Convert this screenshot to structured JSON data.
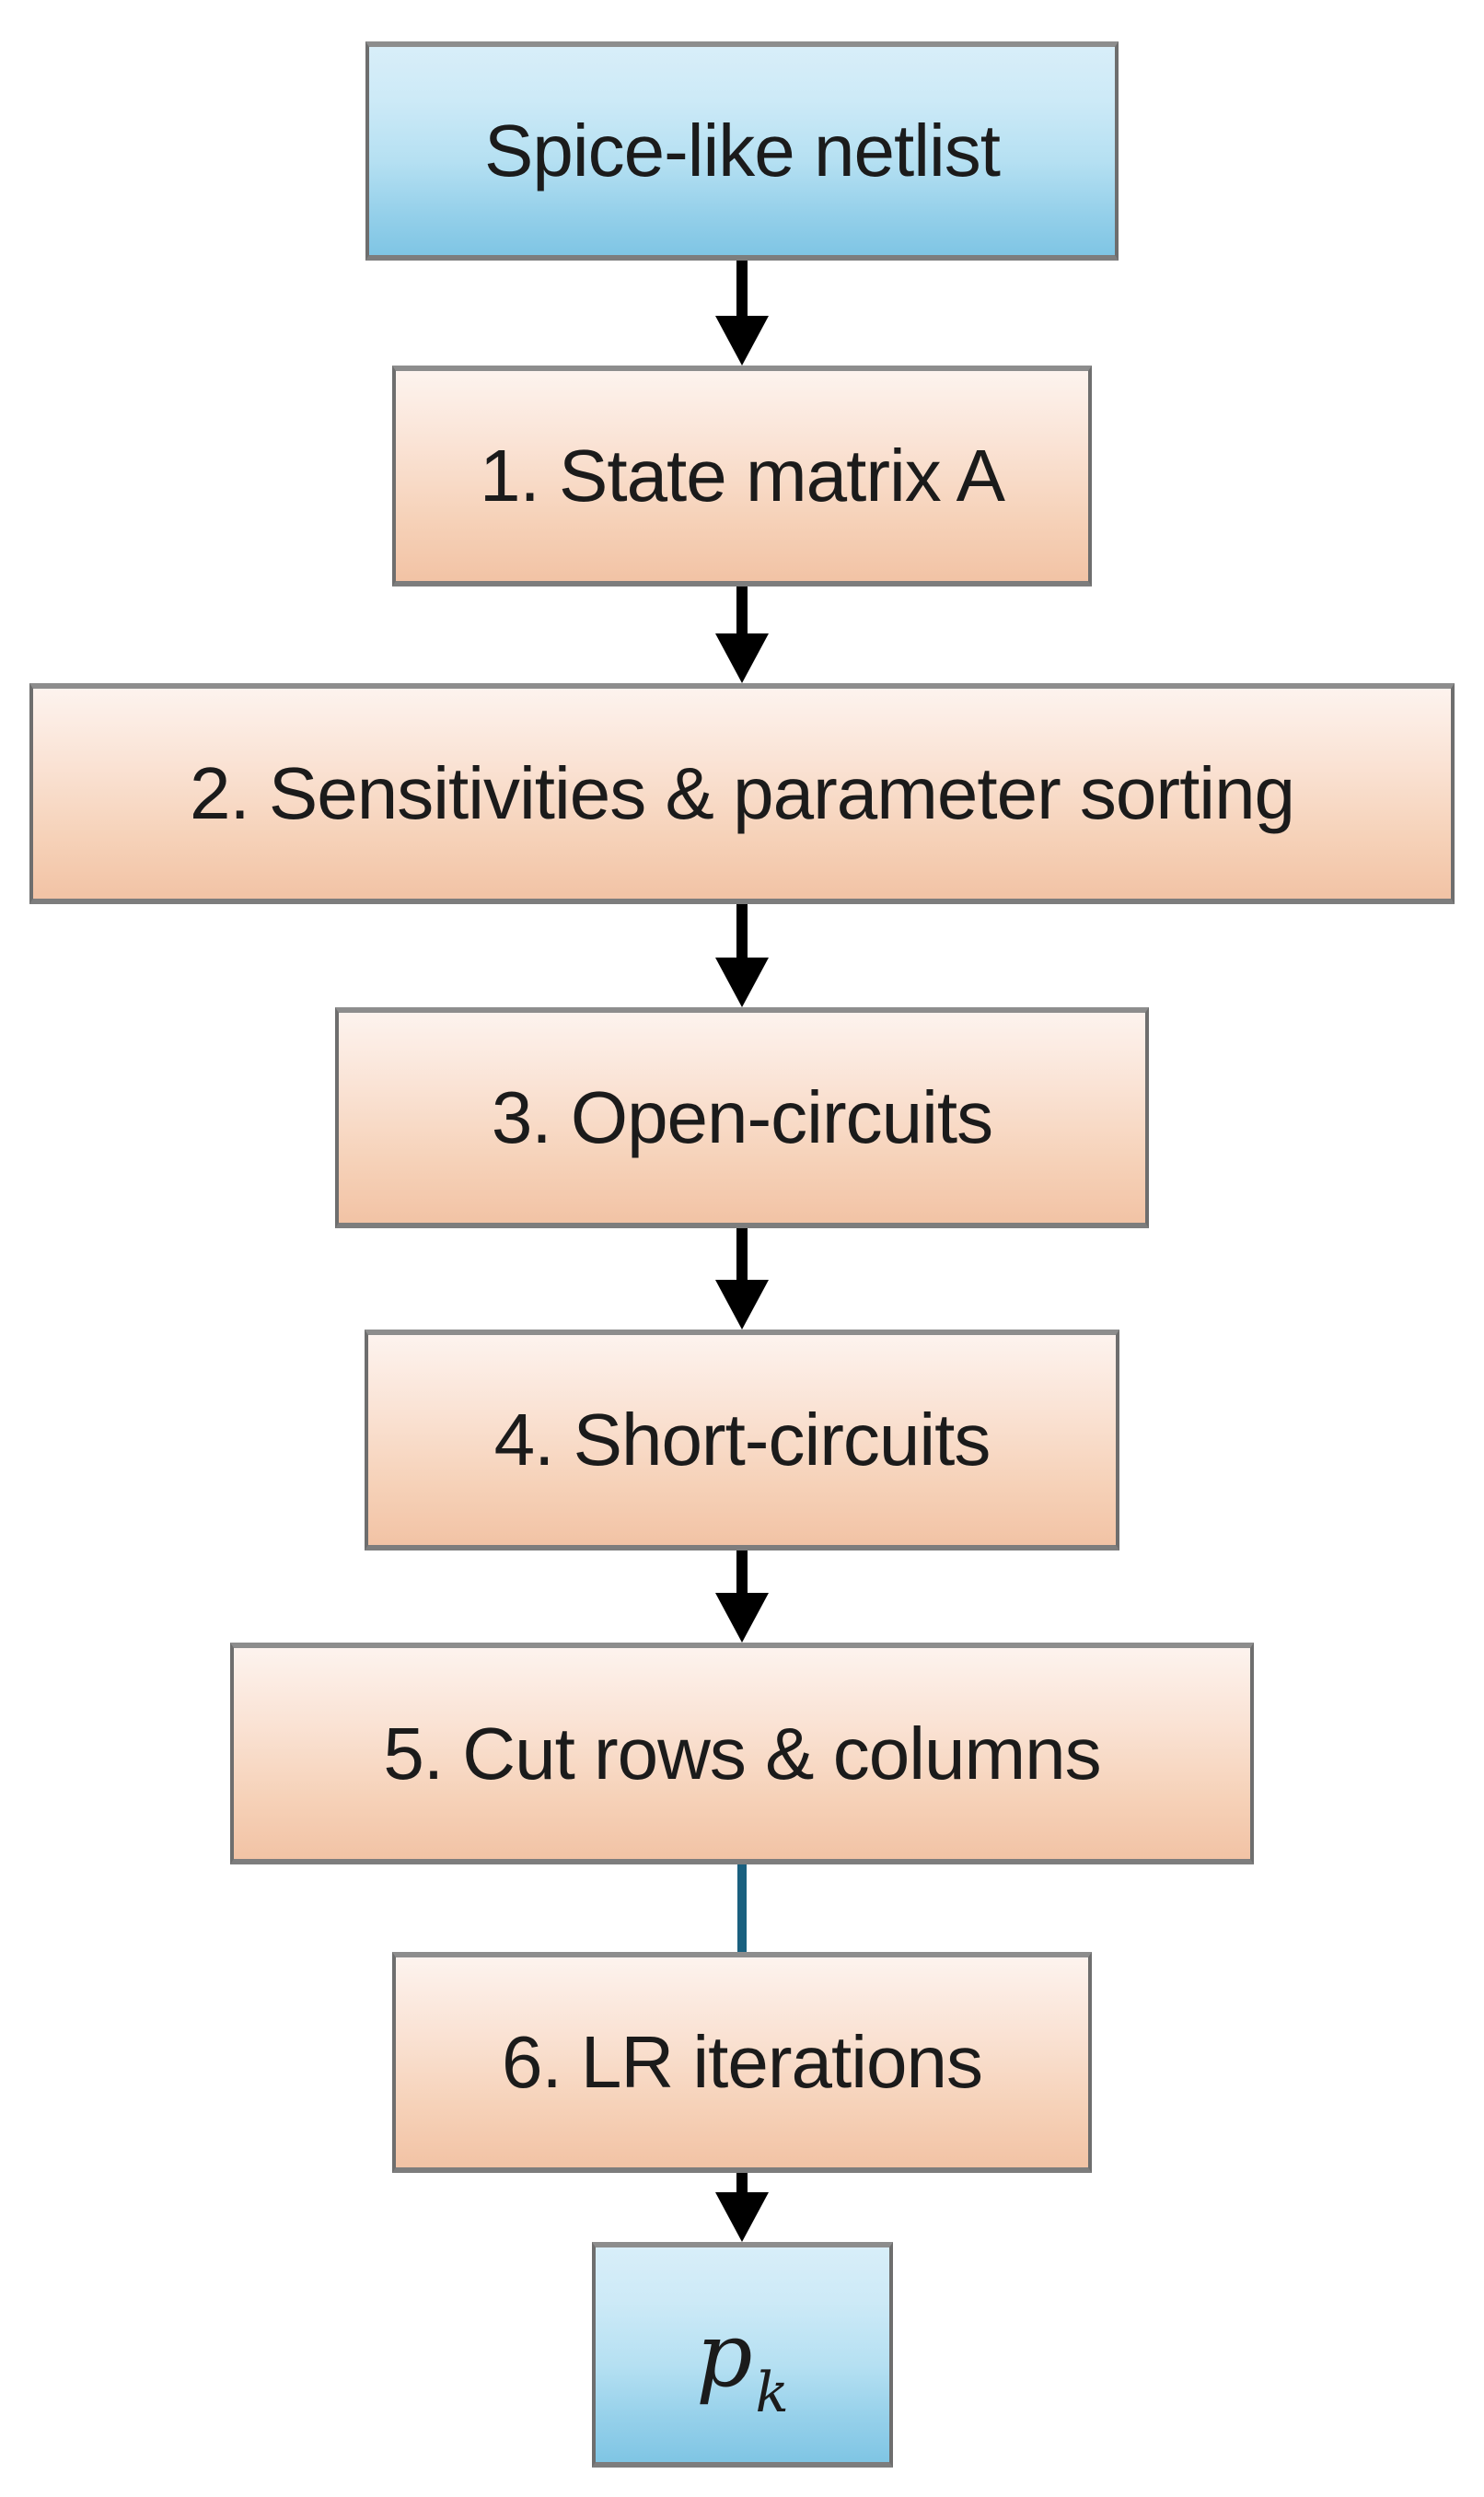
{
  "diagram": {
    "type": "flowchart",
    "direction": "top-to-bottom",
    "nodes": [
      {
        "id": "input",
        "label": "Spice-like netlist",
        "shape": "rectangle",
        "fill": "blue"
      },
      {
        "id": "step-1",
        "label": "1. State matrix A",
        "shape": "rectangle",
        "fill": "orange"
      },
      {
        "id": "step-2",
        "label": "2. Sensitivities & parameter sorting",
        "shape": "rectangle",
        "fill": "orange"
      },
      {
        "id": "step-3",
        "label": "3. Open-circuits",
        "shape": "rectangle",
        "fill": "orange"
      },
      {
        "id": "step-4",
        "label": "4. Short-circuits",
        "shape": "rectangle",
        "fill": "orange"
      },
      {
        "id": "step-5",
        "label": "5. Cut rows & columns",
        "shape": "rectangle",
        "fill": "orange"
      },
      {
        "id": "step-6",
        "label": "6. LR iterations",
        "shape": "rectangle",
        "fill": "orange"
      },
      {
        "id": "output",
        "label_base": "p",
        "label_sub": "k",
        "shape": "rectangle",
        "fill": "blue"
      }
    ],
    "connectors": [
      {
        "from": "input",
        "to": "step-1",
        "style": "black-arrow"
      },
      {
        "from": "step-1",
        "to": "step-2",
        "style": "black-arrow"
      },
      {
        "from": "step-2",
        "to": "step-3",
        "style": "black-arrow"
      },
      {
        "from": "step-3",
        "to": "step-4",
        "style": "black-arrow"
      },
      {
        "from": "step-4",
        "to": "step-5",
        "style": "black-arrow"
      },
      {
        "from": "step-5",
        "to": "step-6",
        "style": "teal-line-no-arrowhead"
      },
      {
        "from": "step-6",
        "to": "output",
        "style": "black-arrow"
      }
    ],
    "colors": {
      "blue_box_top": "#d8eef9",
      "blue_box_bottom": "#7fc5e4",
      "orange_box_top": "#fdf3ee",
      "orange_box_bottom": "#f2c3a5",
      "box_border_gray": "#6e6e6e",
      "arrow_black": "#000000",
      "teal_connector": "#1a607f",
      "text": "#1b1b1b",
      "background": "#ffffff"
    }
  }
}
